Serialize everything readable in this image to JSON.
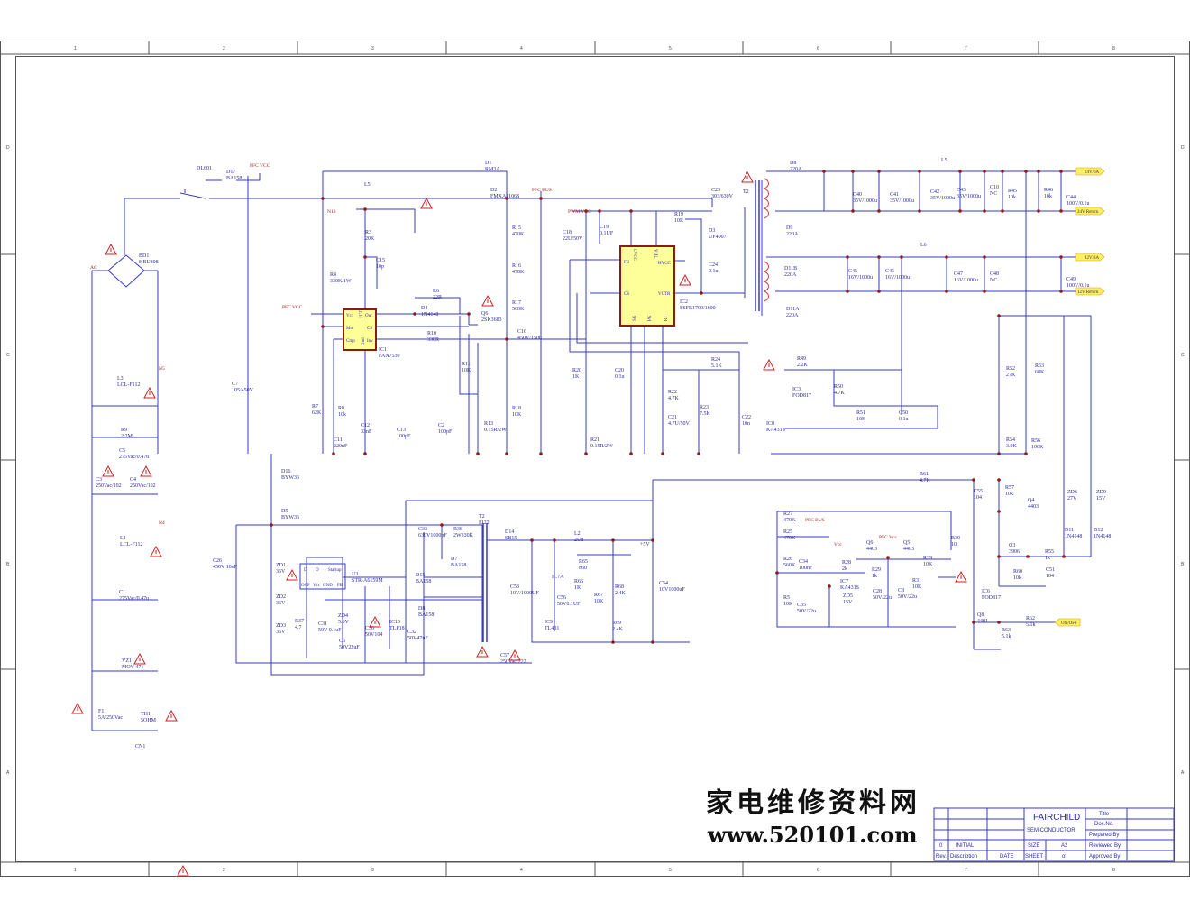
{
  "grid": {
    "columns": [
      "1",
      "2",
      "3",
      "4",
      "5",
      "6",
      "7",
      "8"
    ],
    "rows": [
      "D",
      "C",
      "B",
      "A"
    ]
  },
  "nets": [
    "PFC VCC",
    "PFC BUS",
    "PWM VCC",
    "Vcc",
    "PFC Vcc",
    "N13",
    "N5",
    "N4",
    "AC",
    "PFC BUS"
  ],
  "connectors": [
    "24V/6A",
    "24V Return",
    "12V/3A",
    "12V Return",
    "ON/OFF"
  ],
  "ic1_pins": [
    "Vcc",
    "Mot",
    "Cmp",
    "Out",
    "CS",
    "Inv",
    "ZCD",
    "Gnd"
  ],
  "ic2_pins": [
    "FB",
    "CS",
    "LVCC",
    "VDL",
    "HVCC",
    "VCTR",
    "SG",
    "PG",
    "RT"
  ],
  "u3_pins": [
    "D",
    "D",
    "Startup",
    "OCP",
    "Vcc",
    "GND",
    "FB"
  ],
  "components": [
    {
      "ref": "DL601",
      "value": ""
    },
    {
      "ref": "D17",
      "value": "BA158"
    },
    {
      "ref": "BD1",
      "value": "KBU808"
    },
    {
      "ref": "L3",
      "value": "LCL-F112"
    },
    {
      "ref": "R9",
      "value": "2.2M"
    },
    {
      "ref": "C5",
      "value": "275Vac/0.47u"
    },
    {
      "ref": "C3",
      "value": "250Vac/102"
    },
    {
      "ref": "C4",
      "value": "250Vac/102"
    },
    {
      "ref": "L1",
      "value": "LCL-F112"
    },
    {
      "ref": "C1",
      "value": "275Vac/0.47u"
    },
    {
      "ref": "VZ1",
      "value": "MOV 471"
    },
    {
      "ref": "F1",
      "value": "5A/250Vac"
    },
    {
      "ref": "TH1",
      "value": "5OHM"
    },
    {
      "ref": "CN1",
      "value": ""
    },
    {
      "ref": "C7",
      "value": "105/450V"
    },
    {
      "ref": "L5",
      "value": ""
    },
    {
      "ref": "R3",
      "value": "20K"
    },
    {
      "ref": "C15",
      "value": "10p"
    },
    {
      "ref": "R4",
      "value": "330K/1W"
    },
    {
      "ref": "IC1",
      "value": "FAN7530"
    },
    {
      "ref": "R6",
      "value": "22R"
    },
    {
      "ref": "D4",
      "value": "1N4148"
    },
    {
      "ref": "R10",
      "value": "330R"
    },
    {
      "ref": "Q6",
      "value": "2SK3683"
    },
    {
      "ref": "D1",
      "value": "RM3A"
    },
    {
      "ref": "D2",
      "value": "FMXA1106S"
    },
    {
      "ref": "R15",
      "value": "470K"
    },
    {
      "ref": "R16",
      "value": "470K"
    },
    {
      "ref": "R17",
      "value": "560K"
    },
    {
      "ref": "C16",
      "value": "450V/150u"
    },
    {
      "ref": "R11",
      "value": "10K"
    },
    {
      "ref": "R18",
      "value": "10K"
    },
    {
      "ref": "R13",
      "value": "0.15R/2W"
    },
    {
      "ref": "R7",
      "value": "62K"
    },
    {
      "ref": "R8",
      "value": "10k"
    },
    {
      "ref": "C11",
      "value": "220nF"
    },
    {
      "ref": "C12",
      "value": "33nF"
    },
    {
      "ref": "C13",
      "value": "100pF"
    },
    {
      "ref": "C2",
      "value": "100pF"
    },
    {
      "ref": "C18",
      "value": "22U/50V"
    },
    {
      "ref": "C19",
      "value": "0.1UF"
    },
    {
      "ref": "R19",
      "value": "10R"
    },
    {
      "ref": "D3",
      "value": "UF4007"
    },
    {
      "ref": "C23",
      "value": "303/630V"
    },
    {
      "ref": "C24",
      "value": "0.1u"
    },
    {
      "ref": "IC2",
      "value": "FSFR1700/1800"
    },
    {
      "ref": "R20",
      "value": "1K"
    },
    {
      "ref": "C20",
      "value": "0.1u"
    },
    {
      "ref": "R21",
      "value": "0.15R/2W"
    },
    {
      "ref": "R22",
      "value": "4.7K"
    },
    {
      "ref": "C21",
      "value": "4.7U/50V"
    },
    {
      "ref": "R23",
      "value": "7.5K"
    },
    {
      "ref": "R24",
      "value": "5.1K"
    },
    {
      "ref": "C22",
      "value": "10n"
    },
    {
      "ref": "R49",
      "value": "2.2K"
    },
    {
      "ref": "IC3",
      "value": "FOD817"
    },
    {
      "ref": "R50",
      "value": "4.7K"
    },
    {
      "ref": "R51",
      "value": "10K"
    },
    {
      "ref": "C50",
      "value": "0.1u"
    },
    {
      "ref": "IC8",
      "value": "KA431S"
    },
    {
      "ref": "R52",
      "value": "27K"
    },
    {
      "ref": "R53",
      "value": "68K"
    },
    {
      "ref": "R54",
      "value": "3.9K"
    },
    {
      "ref": "R56",
      "value": "100K"
    },
    {
      "ref": "D8",
      "value": "220A"
    },
    {
      "ref": "D9",
      "value": "220A"
    },
    {
      "ref": "D11B",
      "value": "220A"
    },
    {
      "ref": "D11A",
      "value": "220A"
    },
    {
      "ref": "L5",
      "value": ""
    },
    {
      "ref": "C40",
      "value": "35V/1000u"
    },
    {
      "ref": "C41",
      "value": "35V/1000u"
    },
    {
      "ref": "C42",
      "value": "35V/1000u"
    },
    {
      "ref": "C43",
      "value": "35V/1000u"
    },
    {
      "ref": "C10",
      "value": "NC"
    },
    {
      "ref": "R45",
      "value": "10k"
    },
    {
      "ref": "R46",
      "value": "10k"
    },
    {
      "ref": "C44",
      "value": "100V/0.1u"
    },
    {
      "ref": "L6",
      "value": ""
    },
    {
      "ref": "C45",
      "value": "16V/1000u"
    },
    {
      "ref": "C46",
      "value": "16V/1000u"
    },
    {
      "ref": "C47",
      "value": "16V/1000u"
    },
    {
      "ref": "C48",
      "value": "NC"
    },
    {
      "ref": "C49",
      "value": "100V/0.1u"
    },
    {
      "ref": "T2",
      "value": ""
    },
    {
      "ref": "D16",
      "value": "BYW36"
    },
    {
      "ref": "D5",
      "value": "BYW36"
    },
    {
      "ref": "C26",
      "value": "450V 10uF"
    },
    {
      "ref": "ZD1",
      "value": "36V"
    },
    {
      "ref": "ZD2",
      "value": "36V"
    },
    {
      "ref": "ZD3",
      "value": "36V"
    },
    {
      "ref": "U3",
      "value": "STR-A6159M"
    },
    {
      "ref": "R37",
      "value": "4.7"
    },
    {
      "ref": "C31",
      "value": "50V 0.1uF"
    },
    {
      "ref": "ZD4",
      "value": "5.6V"
    },
    {
      "ref": "C6",
      "value": "50V22uF"
    },
    {
      "ref": "C30",
      "value": "50V104"
    },
    {
      "ref": "IC10",
      "value": "TLP181"
    },
    {
      "ref": "C32",
      "value": "50V47uF"
    },
    {
      "ref": "C33",
      "value": "630V1000pF"
    },
    {
      "ref": "R38",
      "value": "2W330K"
    },
    {
      "ref": "D7",
      "value": "BA158"
    },
    {
      "ref": "D15",
      "value": "BA158"
    },
    {
      "ref": "D8",
      "value": "BA158"
    },
    {
      "ref": "T2",
      "value": "EI22"
    },
    {
      "ref": "D14",
      "value": "SB15"
    },
    {
      "ref": "L2",
      "value": "2U8"
    },
    {
      "ref": "C53",
      "value": "10V/1000UF"
    },
    {
      "ref": "IC9",
      "value": "TL431"
    },
    {
      "ref": "IC7A",
      "value": ""
    },
    {
      "ref": "R65",
      "value": "860"
    },
    {
      "ref": "R66",
      "value": "1K"
    },
    {
      "ref": "C56",
      "value": "50V0.1UF"
    },
    {
      "ref": "R67",
      "value": "10K"
    },
    {
      "ref": "R68",
      "value": "2.4K"
    },
    {
      "ref": "R69",
      "value": "2.4K"
    },
    {
      "ref": "C54",
      "value": "10V1000uF"
    },
    {
      "ref": "+5V",
      "value": ""
    },
    {
      "ref": "C57",
      "value": "250Vac/222"
    },
    {
      "ref": "R61",
      "value": "4.7K"
    },
    {
      "ref": "C55",
      "value": "104"
    },
    {
      "ref": "R57",
      "value": "10k"
    },
    {
      "ref": "Q4",
      "value": "4403"
    },
    {
      "ref": "ZD6",
      "value": "27V"
    },
    {
      "ref": "ZD9",
      "value": "15V"
    },
    {
      "ref": "D11",
      "value": "1N4148"
    },
    {
      "ref": "D12",
      "value": "1N4148"
    },
    {
      "ref": "Q3",
      "value": "3906"
    },
    {
      "ref": "R55",
      "value": "1k"
    },
    {
      "ref": "R60",
      "value": "10k"
    },
    {
      "ref": "C51",
      "value": "104"
    },
    {
      "ref": "R27",
      "value": "470K"
    },
    {
      "ref": "R25",
      "value": "470K"
    },
    {
      "ref": "R26",
      "value": "560K"
    },
    {
      "ref": "C34",
      "value": "100nF"
    },
    {
      "ref": "R28",
      "value": "2k"
    },
    {
      "ref": "R29",
      "value": "1k"
    },
    {
      "ref": "IC7",
      "value": "KA431S"
    },
    {
      "ref": "R5",
      "value": "10K"
    },
    {
      "ref": "C35",
      "value": "50V/22u"
    },
    {
      "ref": "ZD5",
      "value": "15V"
    },
    {
      "ref": "C28",
      "value": "50V/22u"
    },
    {
      "ref": "C8",
      "value": "50V/22u"
    },
    {
      "ref": "Q6",
      "value": "4403"
    },
    {
      "ref": "Q5",
      "value": "4403"
    },
    {
      "ref": "R30",
      "value": "10"
    },
    {
      "ref": "R39",
      "value": "10K"
    },
    {
      "ref": "R31",
      "value": "10K"
    },
    {
      "ref": "IC6",
      "value": "FOD817"
    },
    {
      "ref": "Q8",
      "value": "4401"
    },
    {
      "ref": "R62",
      "value": "5.1k"
    },
    {
      "ref": "R63",
      "value": "5.1k"
    }
  ],
  "title_block": {
    "company_line1": "FAIRCHILD",
    "company_line2": "SEMICONDUCTOR",
    "title": "Title",
    "doc_no": "Doc.No.",
    "prepared": "Prepared By",
    "reviewed": "Reviewed By",
    "approved": "Approved By",
    "rev_value": "0",
    "desc_value": "INITIAL",
    "size_label": "SIZE",
    "size_value": "A2",
    "sheet_label": "SHEET",
    "sheet_value": "of",
    "rev_label": "Rev.",
    "desc_label": "Description",
    "date_label": "DATE"
  },
  "watermark": {
    "line1": "家电维修资料网",
    "line2": "www.520101.com"
  }
}
